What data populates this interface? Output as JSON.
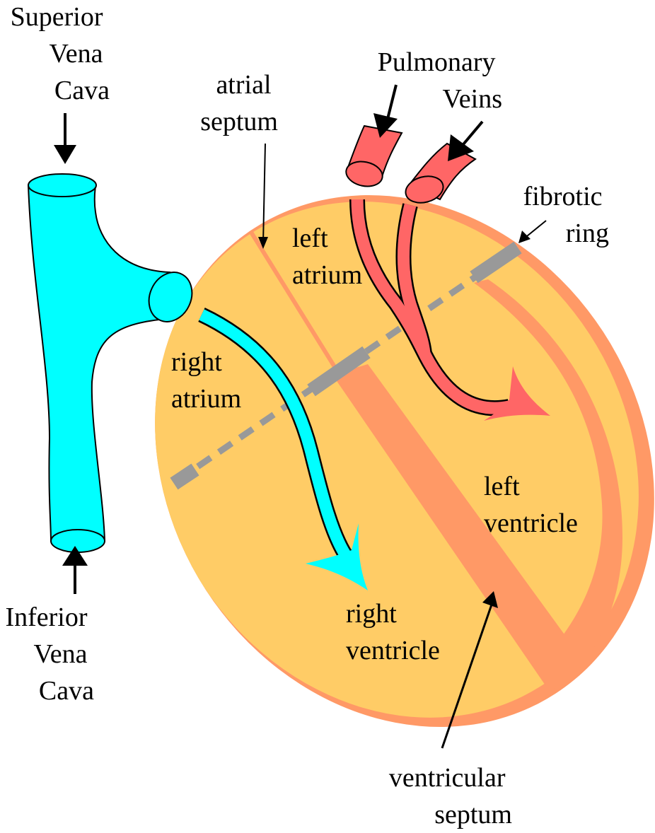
{
  "title": "Heart chambers and fibrotic ring diagram",
  "colors": {
    "heart_wall": "#FF9966",
    "heart_interior": "#FFCC66",
    "venous_blood": "#00FFFF",
    "arterial_blood": "#FF6666",
    "fibrotic_ring": "#999999",
    "text": "#000000"
  },
  "labels": {
    "svc": [
      "Superior",
      "Vena",
      "Cava"
    ],
    "ivc": [
      "Inferior",
      "Vena",
      "Cava"
    ],
    "atrial_septum": [
      "atrial",
      "septum"
    ],
    "pulmonary_veins": [
      "Pulmonary",
      "Veins"
    ],
    "fibrotic_ring": [
      "fibrotic",
      "ring"
    ],
    "left_atrium": [
      "left",
      "atrium"
    ],
    "right_atrium": [
      "right",
      "atrium"
    ],
    "left_ventricle": [
      "left",
      "ventricle"
    ],
    "right_ventricle": [
      "right",
      "ventricle"
    ],
    "ventricular_septum": [
      "ventricular",
      "septum"
    ]
  }
}
